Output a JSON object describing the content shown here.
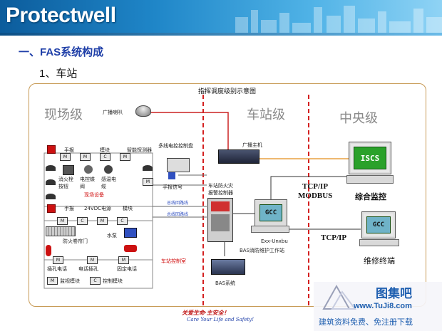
{
  "header": {
    "brand": "Protectwell"
  },
  "section_title": "一、FAS系统构成",
  "sub_title": "1、车站",
  "diagram": {
    "title": "指挥调度级别示意图",
    "zones": {
      "field": "现场级",
      "station": "车站级",
      "central": "中央级"
    },
    "field": {
      "broadcast_speaker": "广播喇叭",
      "manual1": "手报",
      "module": "模块",
      "smart_detector": "智能探测器",
      "hydrant_button": "消火栓按钮",
      "electric_valve": "电控蝶阀",
      "temp_cable": "感温电缆",
      "field_device": "现场设备",
      "manual2": "手报",
      "dc24": "24VDC电源",
      "module2": "模块",
      "pump": "水泵",
      "fire_shutter": "防火卷帘门",
      "jack_phone": "插孔电话",
      "phone_jack": "电话插孔",
      "fixed_phone": "固定电话",
      "legend_m": "监视模块",
      "legend_c": "控制模块",
      "linkage_panel": "多线电控控制盘",
      "fire_linkage": "手报信号",
      "link1": "总线回路线",
      "link2": "总线回路线",
      "station_control": "车站控制室"
    },
    "station": {
      "broadcast_host": "广播主机",
      "fire_controller": "车站防火灾报警控制器",
      "gcc_label": "GCC",
      "gcc_sub": "Exx-Unxbu",
      "workstation": "BAS消防维护工作站",
      "bas": "BAS系统"
    },
    "central": {
      "iscs": "ISCS",
      "tcp_modbus_1": "TCP/IP",
      "tcp_modbus_2": "MODBUS",
      "integrated_monitor": "综合监控",
      "tcp": "TCP/IP",
      "gcc_terminal": "GCC",
      "maintenance_terminal": "维修终端"
    }
  },
  "footer": {
    "slogan_cn": "关爱生命·主安全！",
    "slogan_en": "Care Your Life and Safety!"
  },
  "watermark": {
    "name": "图集吧",
    "url": "www.TuJi8.com",
    "desc": "建筑资料免费、免注册下载"
  },
  "colors": {
    "header": "#1f86c8",
    "accent_red": "#d42020",
    "title_blue": "#1f3fa8",
    "screen_green": "#2aa12a"
  }
}
